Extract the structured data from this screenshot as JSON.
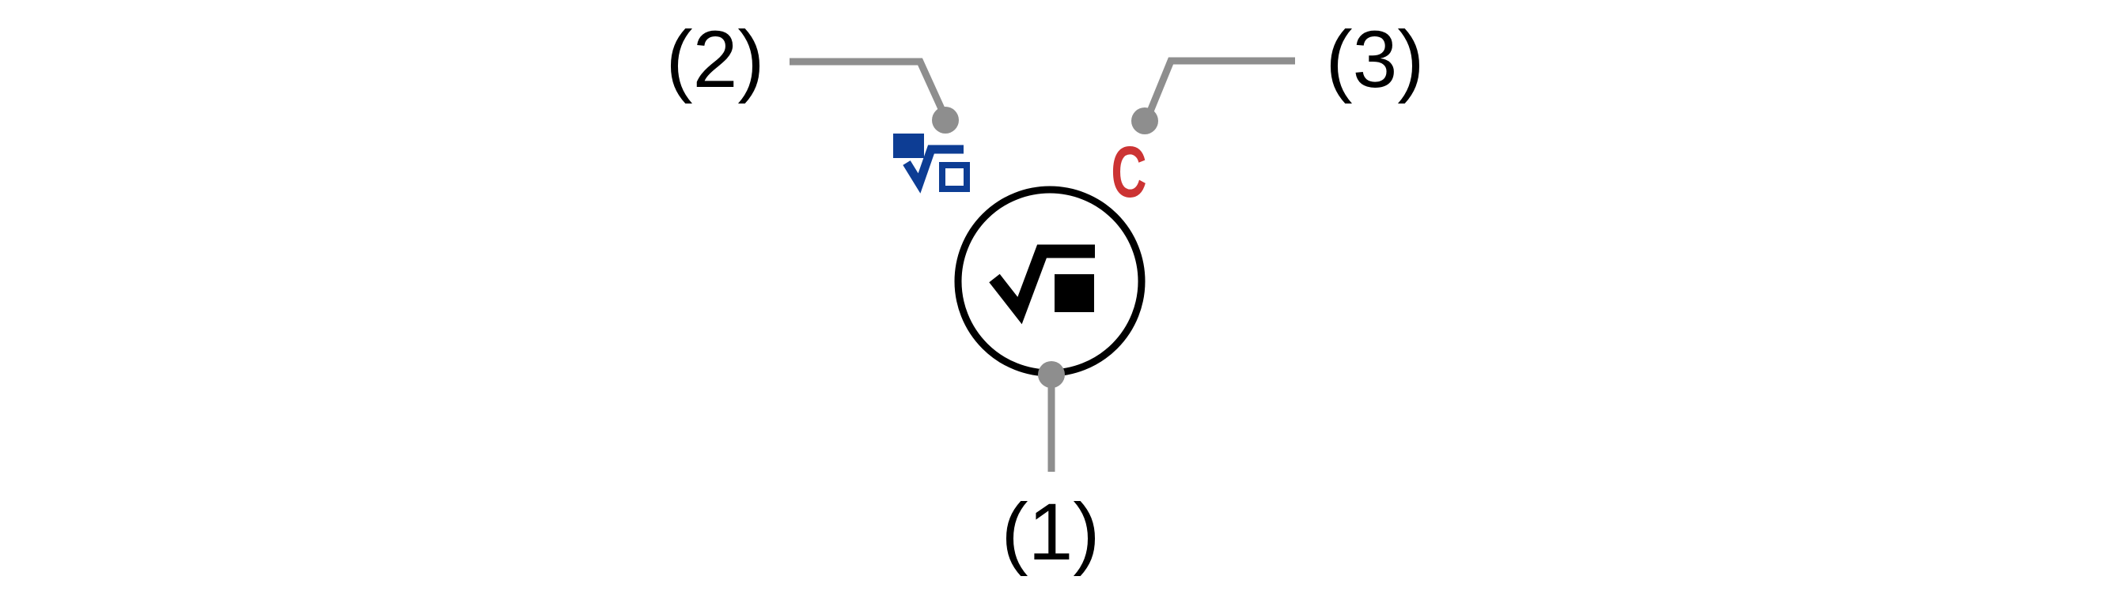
{
  "diagram": {
    "background": "#ffffff",
    "callouts": [
      {
        "label": "(1)",
        "points_to": "key-face"
      },
      {
        "label": "(2)",
        "points_to": "shift-function-icon"
      },
      {
        "label": "(3)",
        "points_to": "alpha-function-label"
      }
    ]
  },
  "key": {
    "primary_function_icon": "sqrt-filled-square-icon",
    "shift_function_icon": "sqrt-open-square-icon",
    "alpha_function": "C"
  },
  "colors": {
    "label_black": "#000000",
    "key_black": "#000000",
    "leader_gray": "#8e8e8e",
    "shift_blue": "#0d3d94",
    "alpha_red": "#cc3333",
    "key_fill": "#ffffff"
  }
}
